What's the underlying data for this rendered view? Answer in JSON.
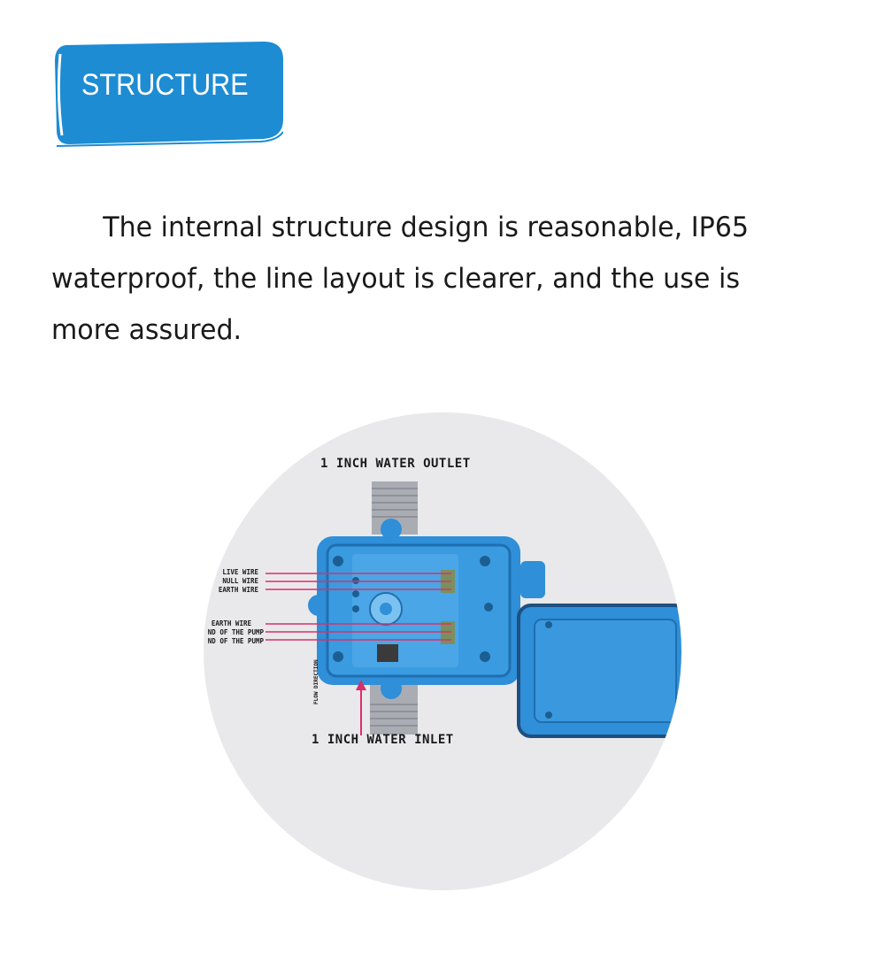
{
  "header": {
    "badge_label": "STRUCTURE"
  },
  "description": "The internal structure design is reasonable, IP65 waterproof, the line layout is clearer, and the use is more assured.",
  "diagram": {
    "outlet_label": "1 INCH WATER OUTLET",
    "inlet_label": "1 INCH WATER INLET",
    "flow_label": "FLOW DIRECTION",
    "wire_labels_top": [
      "LIVE WIRE",
      "NULL WIRE",
      "EARTH WIRE"
    ],
    "wire_labels_bottom": [
      "EARTH WIRE",
      "ND OF THE PUMP",
      "ND OF THE PUMP"
    ]
  },
  "colors": {
    "badge_blue": "#1a8fd6",
    "device_blue": "#2f8fd8",
    "wire_red": "#d9306a",
    "circle_bg": "#e9e9eb"
  }
}
